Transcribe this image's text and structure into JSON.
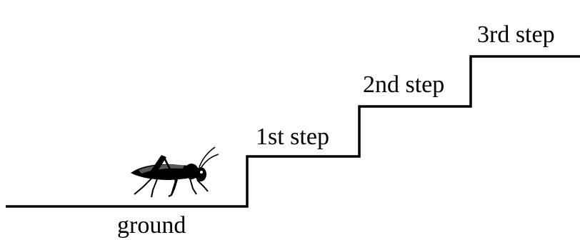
{
  "labels": {
    "ground": "ground",
    "step1": "1st step",
    "step2": "2nd step",
    "step3": "3rd step"
  },
  "figure": {
    "subject_icon": "grasshopper-icon",
    "line_color": "#000000",
    "text_color": "#000000"
  }
}
